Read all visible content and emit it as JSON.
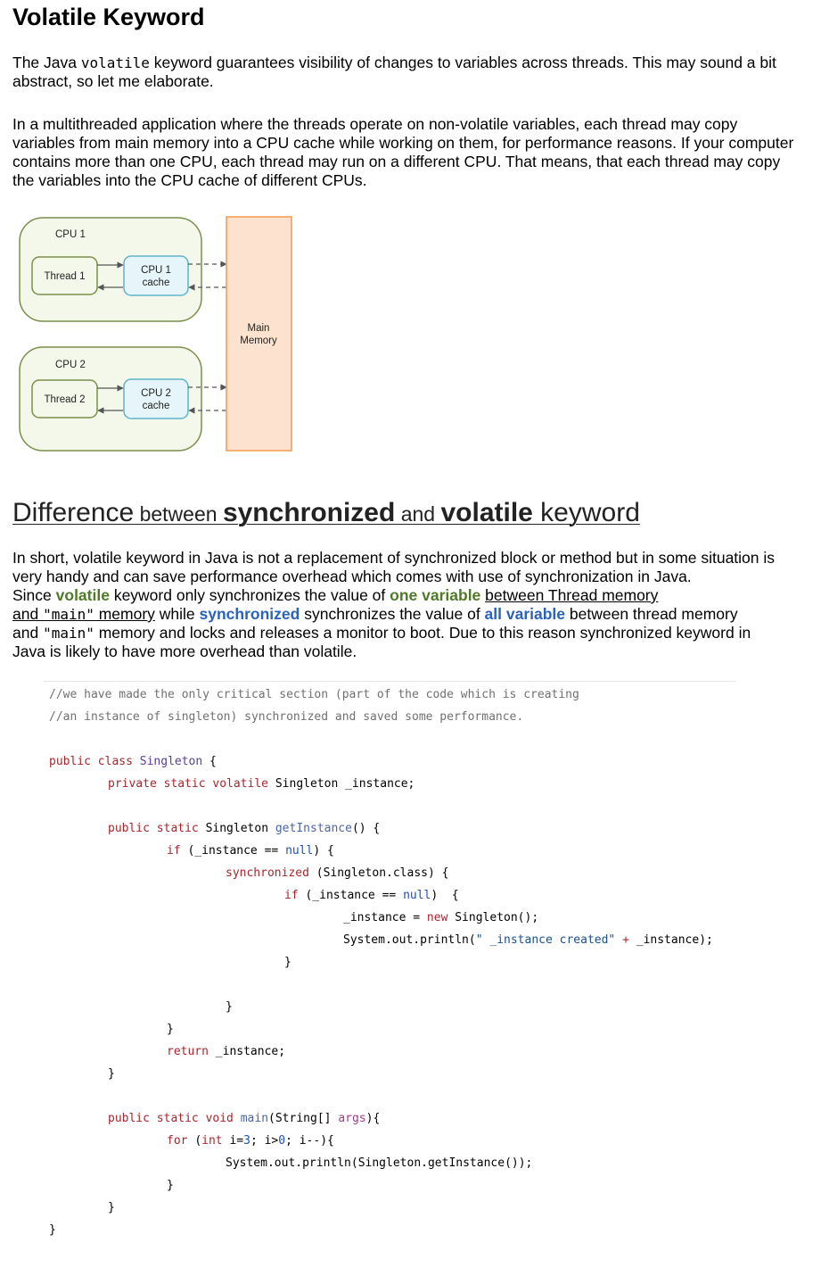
{
  "title": "Volatile Keyword",
  "intro": {
    "before": "The Java ",
    "code": "volatile",
    "after": " keyword guarantees visibility of changes to variables across threads. This may sound a bit abstract, so let me elaborate."
  },
  "paragraph2": "In a multithreaded application where the threads operate on non-volatile variables, each thread may copy variables from main memory into a CPU cache while working on them, for performance reasons. If your computer contains more than one CPU, each thread may run on a different CPU. That means, that each thread may copy the variables into the CPU cache of different CPUs.",
  "diagram": {
    "cpu1_label": "CPU 1",
    "thread1": "Thread 1",
    "cache1_line1": "CPU 1",
    "cache1_line2": "cache",
    "cpu2_label": "CPU 2",
    "thread2": "Thread 2",
    "cache2_line1": "CPU 2",
    "cache2_line2": "cache",
    "memory_line1": "Main",
    "memory_line2": "Memory",
    "colors": {
      "cpu_fill": "#f4f8ea",
      "cpu_stroke": "#7a8f4a",
      "cache_fill": "#e6f5f9",
      "cache_stroke": "#5fb3cc",
      "memory_fill": "#fde3cf",
      "memory_stroke": "#f39a4e"
    }
  },
  "section2": {
    "heading_part1": "Difference",
    "heading_part2": " between ",
    "heading_part3": "synchronized",
    "heading_part4": " and ",
    "heading_part5": "volatile",
    "heading_part6": " keyword",
    "p1_line1": "In short, volatile keyword in Java is not a replacement of synchronized block or method but in some situation is",
    "p1_line2": "very handy and can save performance overhead which comes with use of synchronization in Java.",
    "s_a": "Since ",
    "s_b": "volatile",
    "s_c": " keyword only synchronizes the value of ",
    "s_d": "one variable",
    "s_e": " ",
    "s_f": "between Thread memory",
    "s_g": "and ",
    "s_h": "\"main\"",
    "s_i": " memory",
    "s_j": " while ",
    "s_k": "synchronized",
    "s_l": " synchronizes the value of ",
    "s_m": "all variable",
    "s_n": " between thread memory",
    "s_o": "and ",
    "s_p": "\"main\"",
    "s_q": " memory and locks and releases a monitor to boot. Due to this reason synchronized keyword in",
    "s_r": "Java is likely to have more overhead than volatile."
  },
  "code": {
    "comment1": "//we have made the only critical section (part of the code which is creating",
    "comment2": "//an instance of singleton) synchronized and saved some performance.",
    "public": "public",
    "class": "class",
    "Singleton": "Singleton",
    "brace_open": "{",
    "private_static_volatile": "private static volatile",
    "field_decl": "Singleton _instance;",
    "public_static": "public static",
    "getInstance": "getInstance",
    "paren_brace": "() {",
    "if": "if",
    "instance_eq": "(_instance ==",
    "null": "null",
    "close_paren_brace": ") {",
    "synchronized": "synchronized",
    "singleton_class": "(Singleton.class) {",
    "close_paren_brace2": ")  {",
    "assign": "_instance =",
    "new": "new",
    "ctor": "Singleton();",
    "println_prefix": "System.out.println(",
    "str": "\" _instance created\"",
    "plus": "+",
    "println_suffix": "_instance);",
    "close_brace": "}",
    "return": "return",
    "return_val": "_instance;",
    "public_static_void": "public static void",
    "main": "main",
    "string_arr": "(String[]",
    "args": "args",
    "paren_close_brace": "){",
    "for": "for",
    "int_kw": "int",
    "for_open": "(",
    "i_eq": "i=",
    "three": "3",
    "semi1": "; i>",
    "zero": "0",
    "semi2": "; i--){",
    "println_call": "System.out.println(Singleton.getInstance());"
  }
}
